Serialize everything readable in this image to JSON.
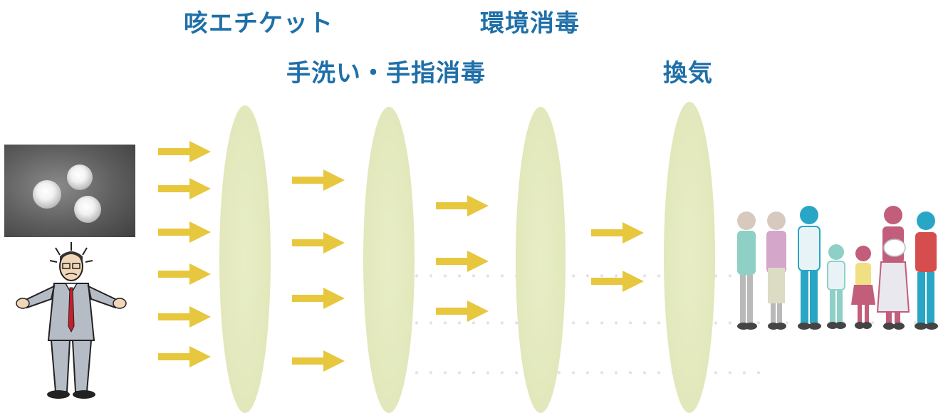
{
  "labels": {
    "cough_etiquette": "咳エチケット",
    "hand_washing": "手洗い・手指消毒",
    "environment_disinfection": "環境消毒",
    "ventilation": "換気"
  },
  "colors": {
    "label_text": "#1f6fa8",
    "barrier": "#e4eabf",
    "arrow": "#e7c73d"
  },
  "arrow_groups": [
    {
      "name": "arrows-stage-1",
      "count": 6
    },
    {
      "name": "arrows-stage-2",
      "count": 4
    },
    {
      "name": "arrows-stage-3",
      "count": 3
    },
    {
      "name": "arrows-stage-4",
      "count": 2
    }
  ],
  "icons": {
    "virus_image": "virus-micrograph-icon",
    "infected_person": "worried-man-icon",
    "population": "family-group-icon"
  }
}
